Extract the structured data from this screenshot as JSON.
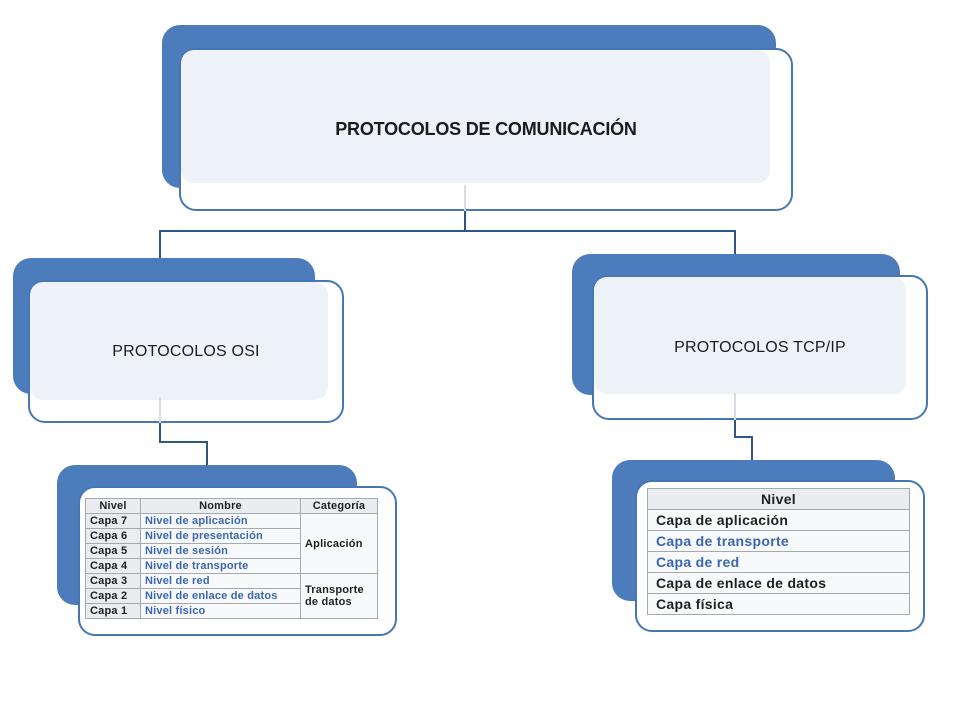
{
  "diagram_title": "PROTOCOLOS DE COMUNICACIÓN",
  "nodes": {
    "root": {
      "label": "PROTOCOLOS DE COMUNICACIÓN"
    },
    "osi": {
      "label": "PROTOCOLOS OSI"
    },
    "tcpip": {
      "label": "PROTOCOLOS TCP/IP"
    }
  },
  "colors": {
    "shape_blue": "#4d7cbc",
    "shape_border": "#4577b4",
    "panel_fill": "#edf1f8",
    "connector": "#2e5883",
    "link_text": "#3a66b0",
    "table_border": "#a2a9b1",
    "table_header_bg": "#eaecf0",
    "table_cell_bg": "#f8f9fa"
  },
  "tables": {
    "osi": {
      "headers": [
        "Nivel",
        "Nombre",
        "Categoría"
      ],
      "rows": [
        {
          "nivel": "Capa 7",
          "nombre": "Nivel de aplicación"
        },
        {
          "nivel": "Capa 6",
          "nombre": "Nivel de presentación"
        },
        {
          "nivel": "Capa 5",
          "nombre": "Nivel de sesión"
        },
        {
          "nivel": "Capa 4",
          "nombre": "Nivel de transporte"
        },
        {
          "nivel": "Capa 3",
          "nombre": "Nivel de red"
        },
        {
          "nivel": "Capa 2",
          "nombre": "Nivel de enlace de datos"
        },
        {
          "nivel": "Capa 1",
          "nombre": "Nivel físico"
        }
      ],
      "categories": [
        {
          "label": "Aplicación",
          "at": 0,
          "rowspan": 4
        },
        {
          "label": "Transporte de datos",
          "at": 4,
          "rowspan": 3
        }
      ]
    },
    "tcpip": {
      "header": "Nivel",
      "rows": [
        {
          "label": "Capa de aplicación",
          "link": false
        },
        {
          "label": "Capa de transporte",
          "link": true
        },
        {
          "label": "Capa de red",
          "link": true
        },
        {
          "label": "Capa de enlace de datos",
          "link": false
        },
        {
          "label": "Capa física",
          "link": false
        }
      ]
    }
  }
}
